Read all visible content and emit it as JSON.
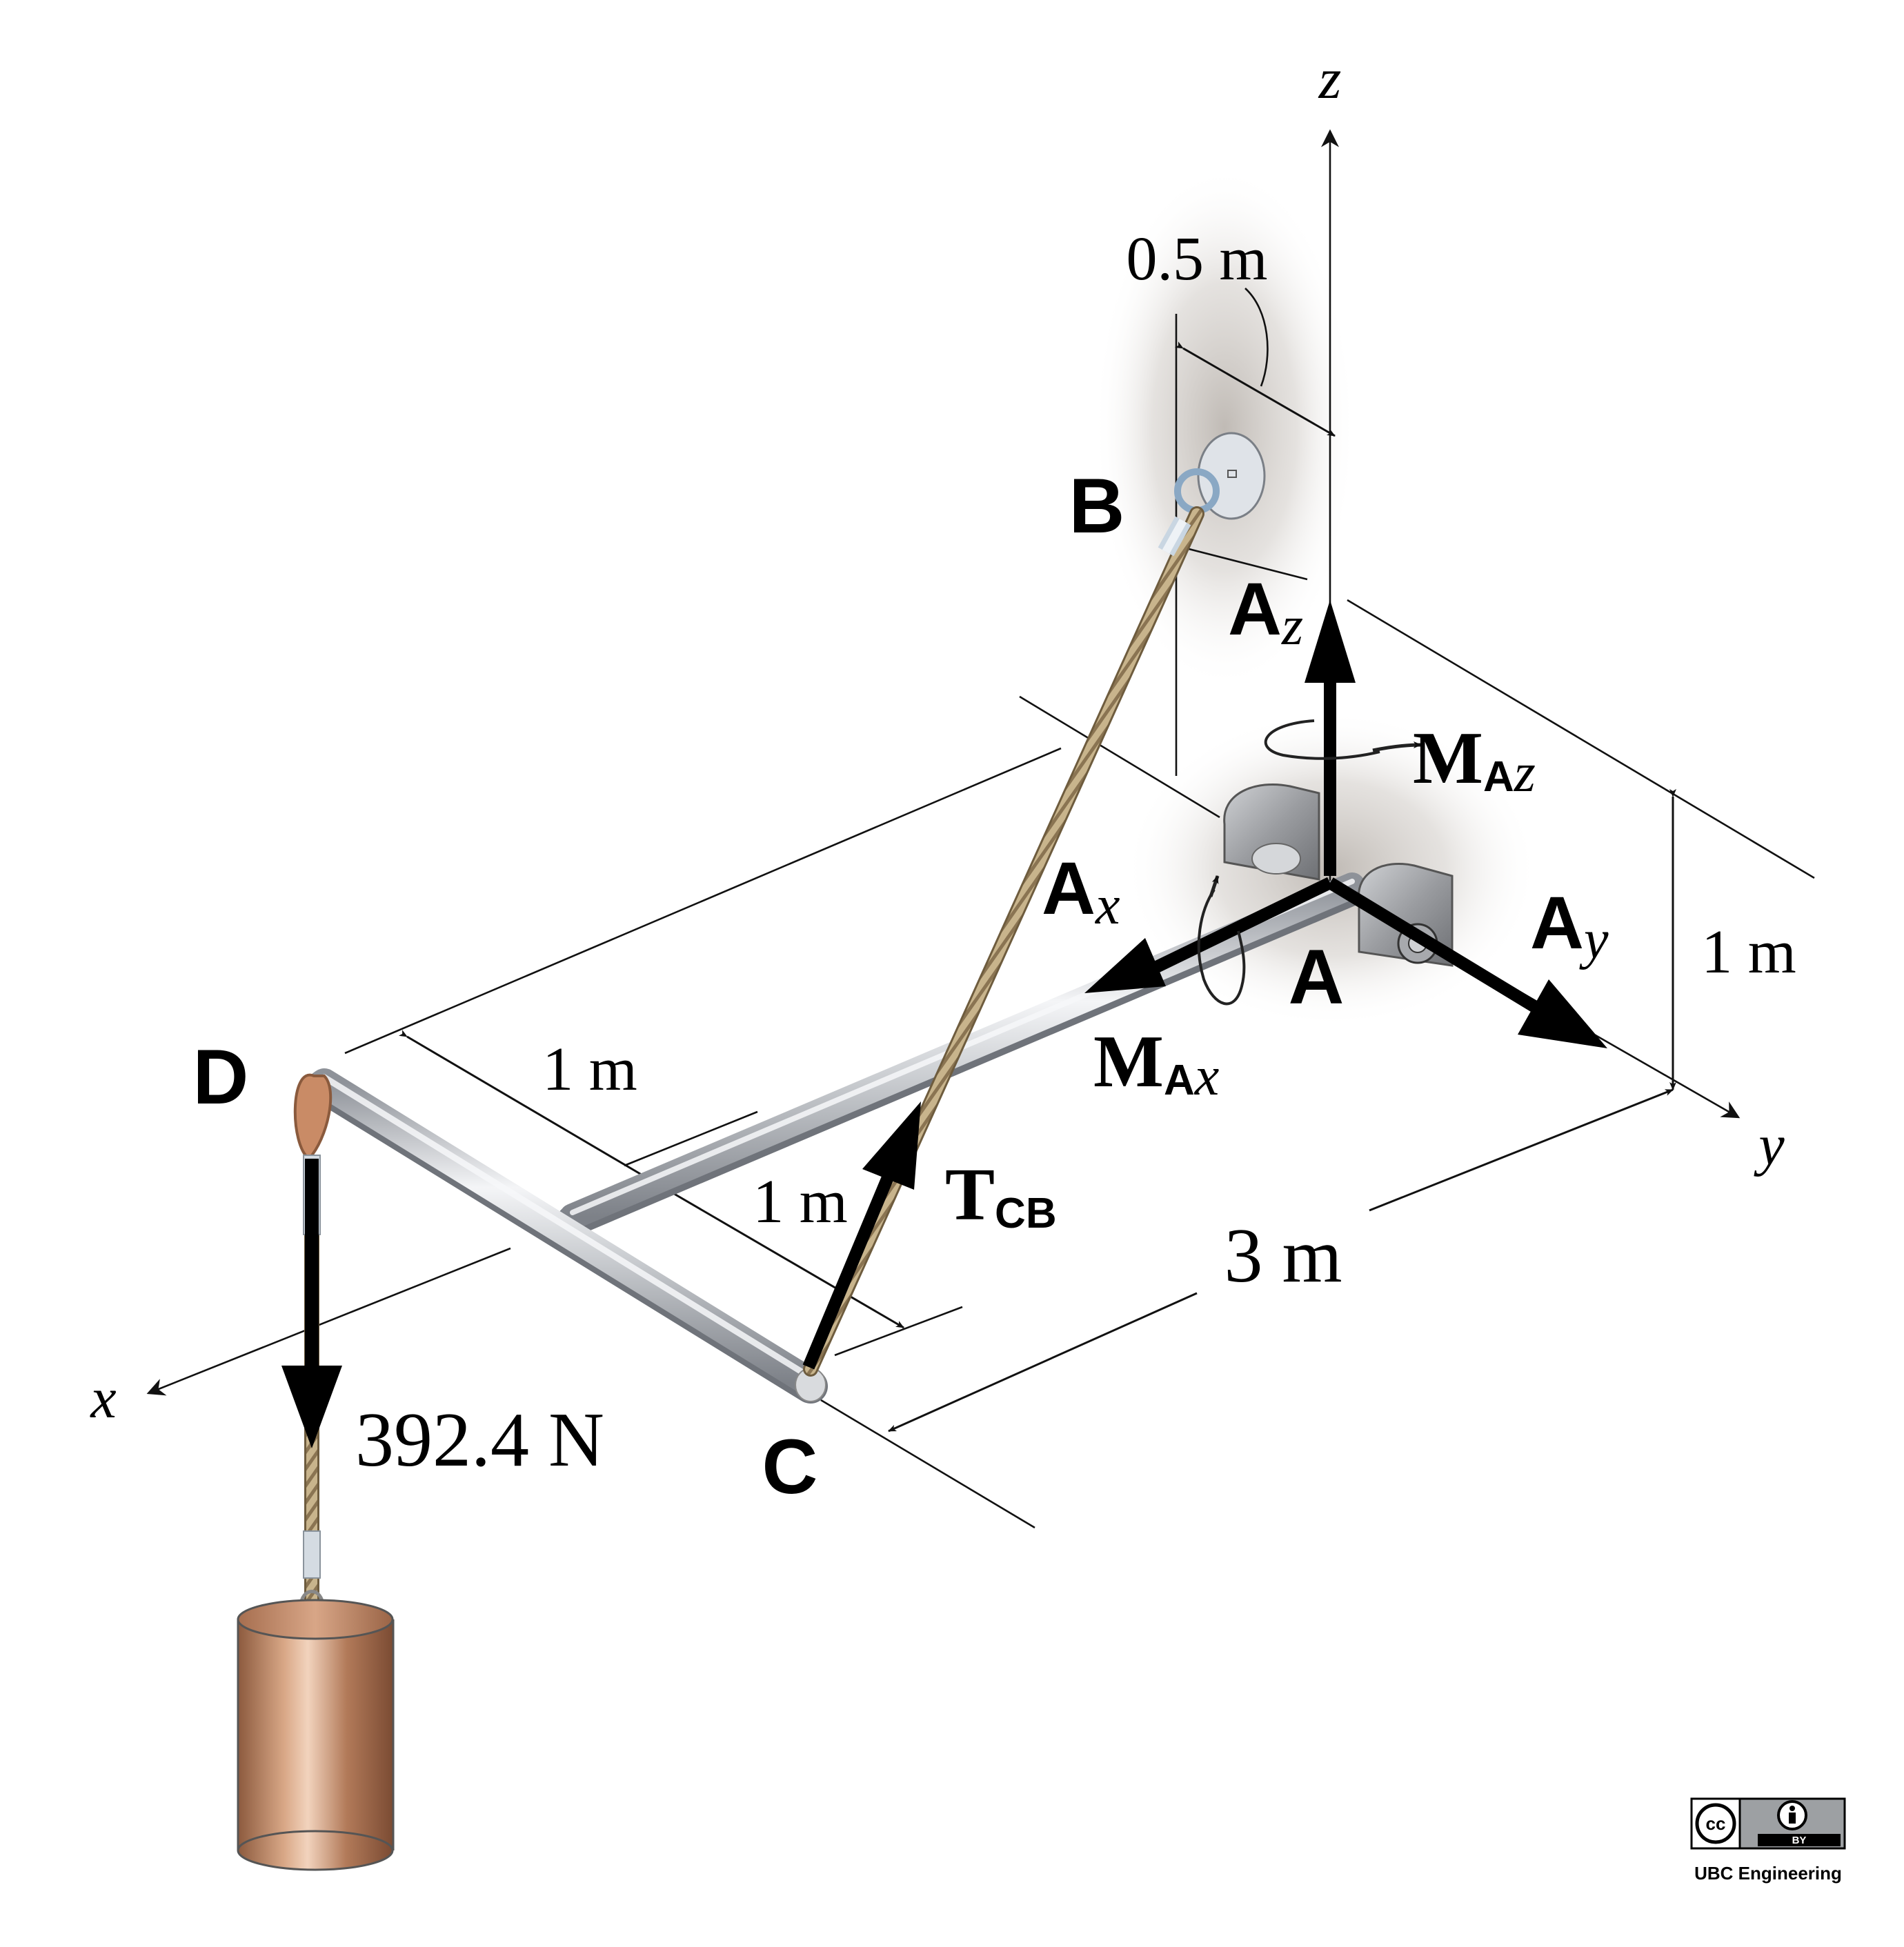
{
  "figure": {
    "axes": {
      "x": "x",
      "y": "y",
      "z": "z"
    },
    "points": {
      "A": "A",
      "B": "B",
      "C": "C",
      "D": "D"
    },
    "forces": {
      "Az": {
        "main": "A",
        "sub": "z"
      },
      "Ax": {
        "main": "A",
        "sub": "x"
      },
      "Ay": {
        "main": "A",
        "sub": "y"
      },
      "MAz": {
        "main": "M",
        "subA": "A",
        "subAxis": "z"
      },
      "MAx": {
        "main": "M",
        "subA": "A",
        "subAxis": "x"
      },
      "TCB": {
        "main": "T",
        "sub": "CB"
      },
      "weight": "392.4 N"
    },
    "dimensions": {
      "d_half": "0.5 m",
      "d_height": "1 m",
      "d_AD_outer": "1 m",
      "d_AD_inner": "1 m",
      "d_width": "3 m"
    }
  },
  "license": {
    "cc": "cc",
    "by": "BY",
    "org": "UBC Engineering"
  },
  "colors": {
    "rod": "#b8bcc2",
    "rope": "#b8a47e",
    "weight": "#c08a68",
    "bearing": "#8d8f93",
    "arrow": "#000000"
  }
}
